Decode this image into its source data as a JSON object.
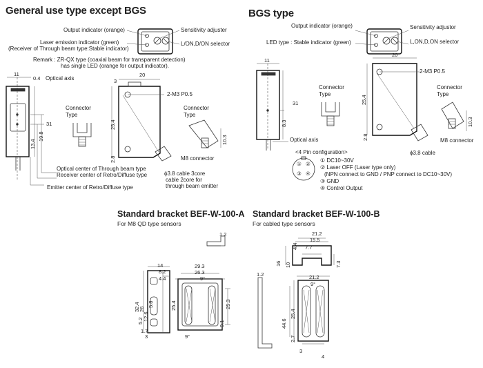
{
  "general": {
    "title": "General use type except BGS",
    "output_indicator": "Output indicator (orange)",
    "sensitivity_adjuster": "Sensitivity adjuster",
    "laser_indicator": "Laser emission indicator (green)",
    "receiver_note": "(Receiver of Through beam type:Stable indicator)",
    "selector": "L/ON,D/ON selector",
    "remark_1": "Remark : ZR-QX type (coaxial beam for transparent detection)",
    "remark_2": "has single LED (orange for output indicator).",
    "optical_axis": "Optical axis",
    "mounting": "2-M3 P0.5",
    "connector_type": "Connector Type",
    "connector_type_2": "Connector Type",
    "m8_connector": "M8 connector",
    "cable_1": "ϕ3.8 cable 3core",
    "cable_2": "cable 2core for",
    "cable_3": "through beam emitter",
    "center_1": "Optical center of Through beam type",
    "center_2": "Receiver center of Retro/Diffuse type",
    "center_3": "Emitter center of Retro/Diffuse type",
    "dims": {
      "d11": "11",
      "d04": "0.4",
      "d20": "20",
      "d3": "3",
      "d254": "25.4",
      "d28": "2.8",
      "d31": "31",
      "d198": "19.8",
      "d134": "13.4",
      "d103": "10.3"
    }
  },
  "bgs": {
    "title": "BGS type",
    "output_indicator": "Output indicator (orange)",
    "sensitivity_adjuster": "Sensitivity adjustor",
    "led_type": "LED type : Stable indicator (green)",
    "selector": "L,ON,D,ON selector",
    "mounting": "2-M3 P0.5",
    "connector_type": "Connector Type",
    "connector_type_2": "Connector Type",
    "m8_connector": "M8 connector",
    "optical_axis": "Optical axis",
    "cable": "ϕ3,8 cable",
    "pin_title": "<4 Pin configuration>",
    "pins": [
      "① DC10~30V",
      "② Laser OFF (Laser type only)",
      "(NPN connect to GND / PNP connect to DC10~30V)",
      "③ GND",
      "④ Control Output"
    ],
    "pin_numbers": [
      "①",
      "②",
      "③",
      "④"
    ],
    "dims": {
      "d11": "11",
      "d20": "20",
      "d254": "25.4",
      "d31": "31",
      "d83": "8.3",
      "d28": "2.8",
      "d103": "10.3"
    }
  },
  "bracket_a": {
    "title": "Standard bracket BEF-W-100-A",
    "subtitle": "For M8 QD type sensors",
    "dims": {
      "d12": "1.2",
      "d14": "14",
      "d82": "8.2",
      "d44": "4.4",
      "d293": "29.3",
      "d263": "26.3",
      "d9a": "9°",
      "d9b": "9°",
      "d324": "32.4",
      "d26": "26",
      "d126": "12.6",
      "d58": "5.8",
      "d52": "5.2",
      "d17": "1.7",
      "d3": "3",
      "d254": "25.4",
      "d253": "25.3",
      "d91": "9.1"
    }
  },
  "bracket_b": {
    "title": "Standard bracket BEF-W-100-B",
    "subtitle": "For cabled type sensors",
    "dims": {
      "d212a": "21.2",
      "d155": "15.5",
      "d77": "7.7",
      "d44": "4.4",
      "d16": "16",
      "d10": "10",
      "d73": "7.3",
      "d12": "1.2",
      "d212b": "21.2",
      "d9": "9°",
      "d254": "25.4",
      "d446": "44.6",
      "d27": "2.7",
      "d3": "3",
      "d4": "4"
    }
  }
}
